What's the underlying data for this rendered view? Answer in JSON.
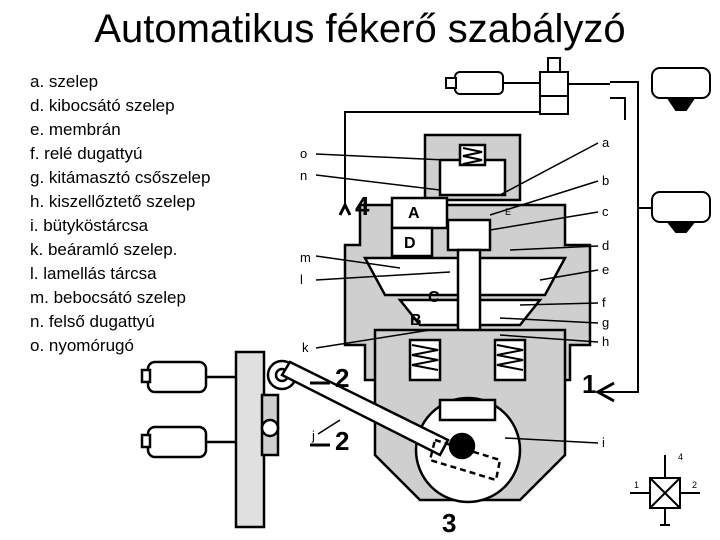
{
  "title": "Automatikus fékerő szabályzó",
  "legend": [
    "a. szelep",
    "d. kibocsátó szelep",
    "e. membrán",
    "f. relé dugattyú",
    "g. kitámasztó csőszelep",
    "h. kiszellőztető szelep",
    "i. bütyköstárcsa",
    "k. beáramló szelep.",
    "l. lamellás tárcsa",
    "m. bebocsátó szelep",
    "n. felső dugattyú",
    "o. nyomórugó"
  ],
  "callouts_left": {
    "o": "o",
    "n": "n",
    "m": "m",
    "l": "l",
    "k": "k",
    "j": "j"
  },
  "callouts_right": {
    "a": "a",
    "b": "b",
    "c": "c",
    "d": "d",
    "e": "e",
    "f": "f",
    "g": "g",
    "h": "h",
    "i": "i"
  },
  "chambers": {
    "A": "A",
    "B": "B",
    "C": "C",
    "D": "D",
    "E": "E"
  },
  "ports": {
    "p1": "1",
    "p2a": "2",
    "p2b": "2",
    "p3": "3",
    "p4": "4"
  },
  "symbol": {
    "s1": "1",
    "s2": "2",
    "s4": "4"
  }
}
